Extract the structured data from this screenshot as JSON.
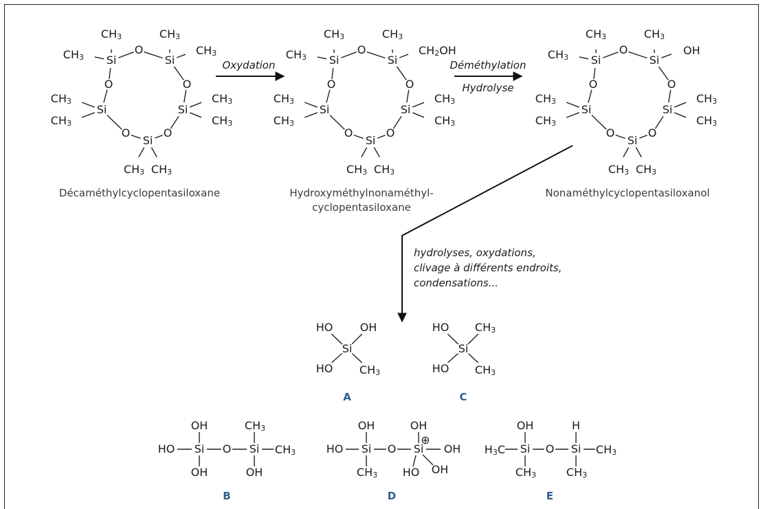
{
  "atoms": {
    "Si": "Si",
    "O": "O",
    "H": "H",
    "C": "C"
  },
  "groups": {
    "CH3": "CH",
    "sub3": "3",
    "CH2OH_a": "CH",
    "CH2OH_b": "2",
    "CH2OH_c": "OH",
    "OH": "OH",
    "HO": "HO",
    "H3C_a": "H",
    "H3C_b": "3",
    "H3C_c": "C",
    "plus": "⊕"
  },
  "names": {
    "cmpd1": "Décaméthylcyclopentasiloxane",
    "cmpd2_line1": "Hydroxyméthylnonaméthyl-",
    "cmpd2_line2": "cyclopentasiloxane",
    "cmpd3": "Nonaméthylcyclopentasiloxanol"
  },
  "reactions": {
    "step1": "Oxydation",
    "step2_line1": "Déméthylation",
    "step2_line2": "Hydrolyse",
    "step3_line1": "hydrolyses, oxydations,",
    "step3_line2": "clivage à différents endroits,",
    "step3_line3": "condensations..."
  },
  "labels": {
    "A": "A",
    "B": "B",
    "C": "C",
    "D": "D",
    "E": "E"
  }
}
